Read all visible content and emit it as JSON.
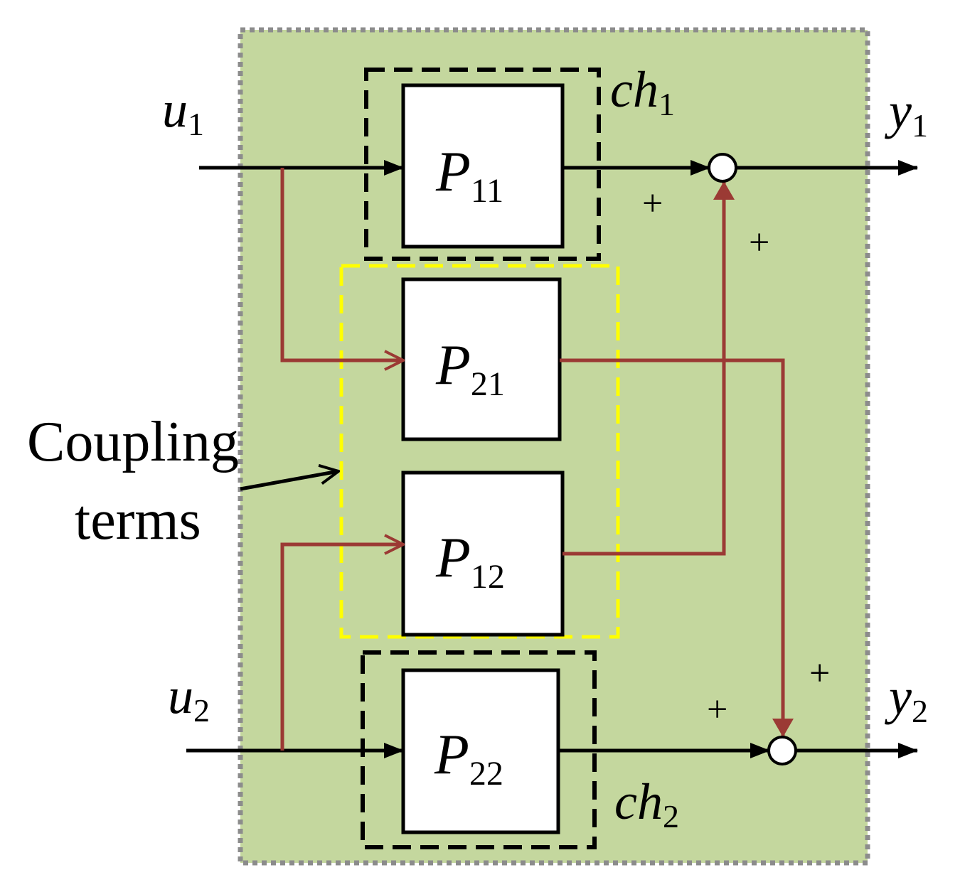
{
  "colors": {
    "background": "#ffffff",
    "system_fill": "#c4d79e",
    "system_border": "#8c8c8c",
    "block_fill": "#ffffff",
    "block_border": "#000000",
    "main_signal": "#000000",
    "coupling_signal": "#9b3a34",
    "channel_box": "#000000",
    "coupling_box": "#ffff00"
  },
  "inputs": {
    "u1": {
      "base": "u",
      "sub": "1"
    },
    "u2": {
      "base": "u",
      "sub": "2"
    }
  },
  "outputs": {
    "y1": {
      "base": "y",
      "sub": "1"
    },
    "y2": {
      "base": "y",
      "sub": "2"
    }
  },
  "blocks": {
    "p11": {
      "base": "P",
      "sub": "11"
    },
    "p21": {
      "base": "P",
      "sub": "21"
    },
    "p12": {
      "base": "P",
      "sub": "12"
    },
    "p22": {
      "base": "P",
      "sub": "22"
    }
  },
  "channels": {
    "ch1": {
      "base": "ch",
      "sub": "1"
    },
    "ch2": {
      "base": "ch",
      "sub": "2"
    }
  },
  "signs": {
    "sum1_left": "+",
    "sum1_bottom": "+",
    "sum2_left": "+",
    "sum2_top": "+"
  },
  "annotation": {
    "line1": "Coupling",
    "line2": "terms"
  }
}
